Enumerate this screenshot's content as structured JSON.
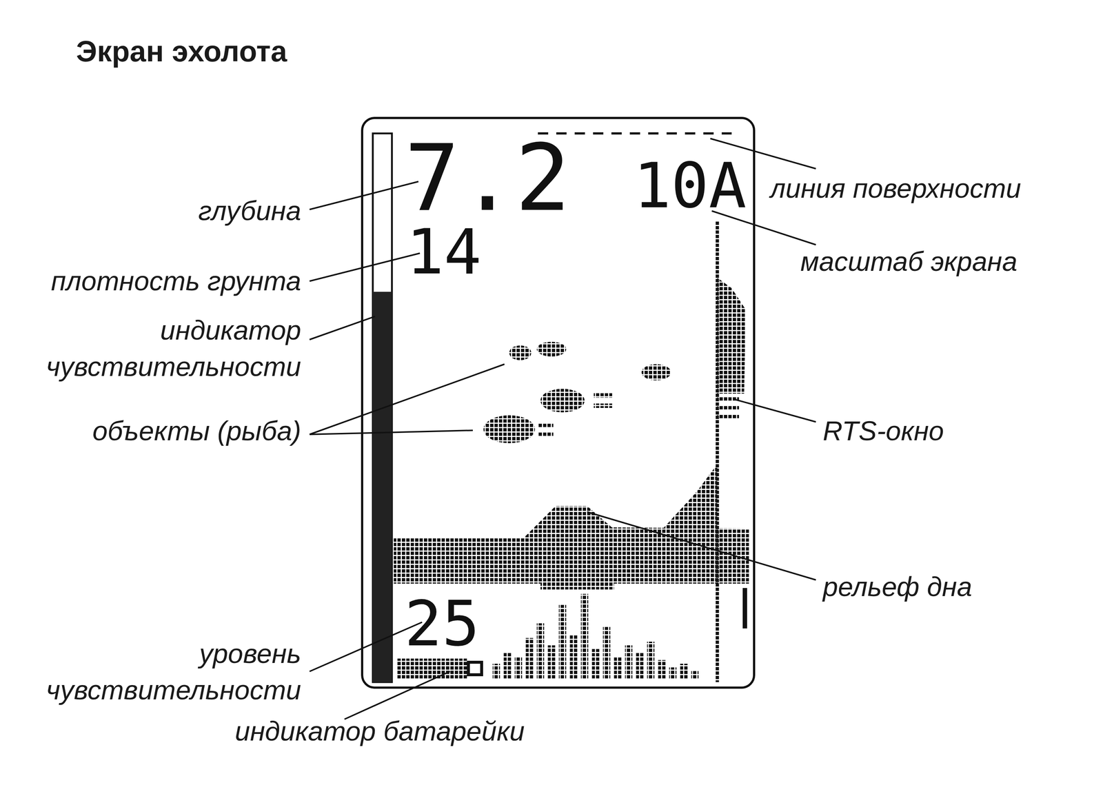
{
  "diagram": {
    "title": "Экран эхолота",
    "labels": [
      "линия поверхности",
      "глубина",
      "7.2",
      "10A",
      "масштаб экрана",
      "14",
      "плотность грунта",
      "индикатор чувствительности",
      "объекты (рыба)",
      "RTS-окно",
      "рельеф дна",
      "25",
      "уровень чувствительности",
      "индикатор батарейки"
    ]
  }
}
